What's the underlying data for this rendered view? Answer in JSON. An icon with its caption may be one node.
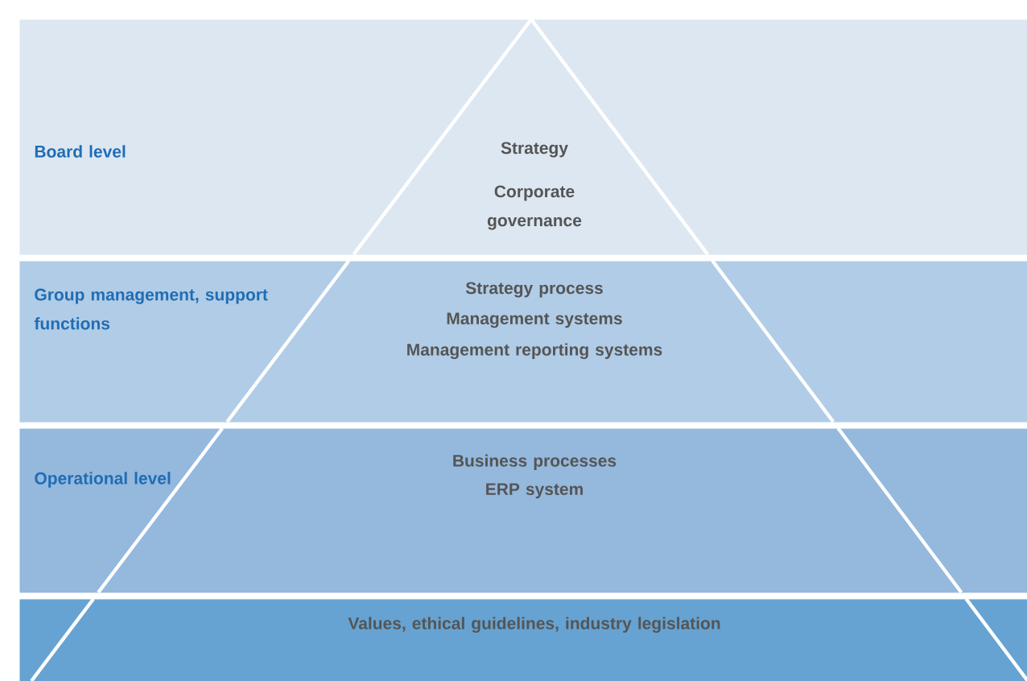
{
  "diagram": {
    "nodes": [
      {
        "text": [
          "Board level",
          "Strategy",
          "Corporate governance"
        ]
      },
      {
        "text": [
          "Group management, support functions",
          "Strategy process",
          "Management systems",
          "Management reporting systems"
        ]
      },
      {
        "text": [
          "Operational level",
          "Business processes",
          "ERP system"
        ]
      },
      {
        "text": [
          "Values, ethical guidelines, industry legislation"
        ]
      }
    ]
  }
}
